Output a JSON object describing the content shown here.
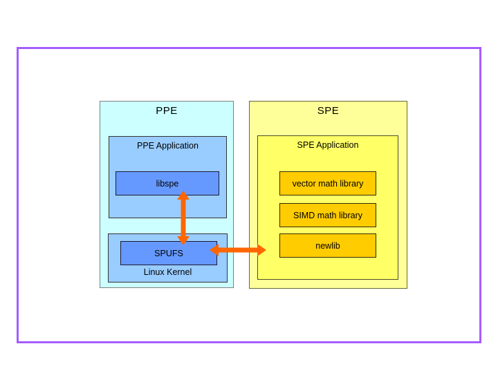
{
  "palette": {
    "frame_border": "#a55cff",
    "ppe_fill": "#ccffff",
    "app_fill": "#99ccff",
    "blue_child_fill": "#6699ff",
    "spe_fill": "#ffff99",
    "spe_app_fill": "#ffff66",
    "library_fill": "#ffcc00",
    "arrow": "#ff6600"
  },
  "ppe": {
    "title": "PPE",
    "application": {
      "title": "PPE Application",
      "libspe_label": "libspe"
    },
    "kernel": {
      "title": "Linux Kernel",
      "spufs_label": "SPUFS"
    }
  },
  "spe": {
    "title": "SPE",
    "application": {
      "title": "SPE Application",
      "libraries": [
        "vector math library",
        "SIMD math library",
        "newlib"
      ]
    }
  }
}
